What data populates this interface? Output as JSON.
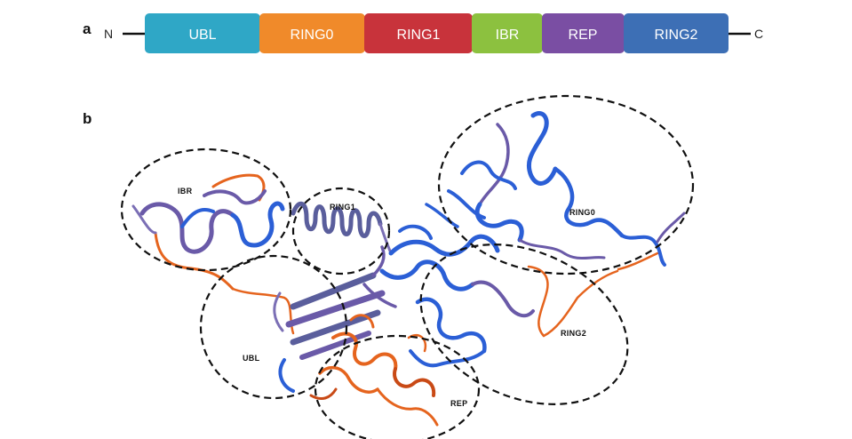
{
  "panel_a": {
    "label": "a",
    "n_terminus": "N",
    "c_terminus": "C",
    "domains": [
      {
        "name": "UBL",
        "color": "#2fa7c6"
      },
      {
        "name": "RING0",
        "color": "#f08a2a"
      },
      {
        "name": "RING1",
        "color": "#c8333b"
      },
      {
        "name": "IBR",
        "color": "#8cc13f"
      },
      {
        "name": "REP",
        "color": "#7a4ea3"
      },
      {
        "name": "RING2",
        "color": "#3d6fb5"
      }
    ]
  },
  "panel_b": {
    "label": "b",
    "regions": {
      "ibr": "IBR",
      "ring1": "RING1",
      "ring0": "RING0",
      "ubl": "UBL",
      "ring2": "RING2",
      "rep": "REP"
    },
    "colors": {
      "blue": "#2b5fd6",
      "purple": "#6a5aa8",
      "orange": "#e5641e",
      "helix": "#5a5e9c"
    }
  }
}
